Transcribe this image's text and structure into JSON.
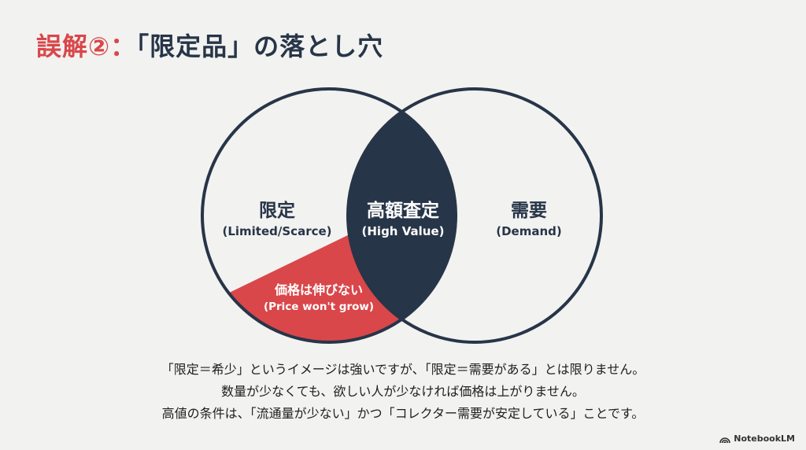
{
  "title": {
    "accent": "誤解②：",
    "main": "「限定品」の落とし穴"
  },
  "venn": {
    "colors": {
      "outline": "#273548",
      "intersection": "#273548",
      "highlight": "#d9474a",
      "background": "#f2f2f0"
    },
    "left": {
      "jp": "限定",
      "en": "(Limited/Scarce)"
    },
    "center": {
      "jp": "高額査定",
      "en": "(High Value)"
    },
    "right": {
      "jp": "需要",
      "en": "(Demand)"
    },
    "trap": {
      "jp": "価格は伸びない",
      "en": "(Price won't grow)"
    }
  },
  "caption": {
    "lines": [
      "「限定＝希少」というイメージは強いですが、「限定＝需要がある」とは限りません。",
      "数量が少なくても、欲しい人が少なければ価格は上がりません。",
      "高値の条件は、「流通量が少ない」かつ「コレクター需要が安定している」ことです。"
    ]
  },
  "brand": {
    "name": "NotebookLM",
    "icon": "notebooklm-logo-icon"
  }
}
